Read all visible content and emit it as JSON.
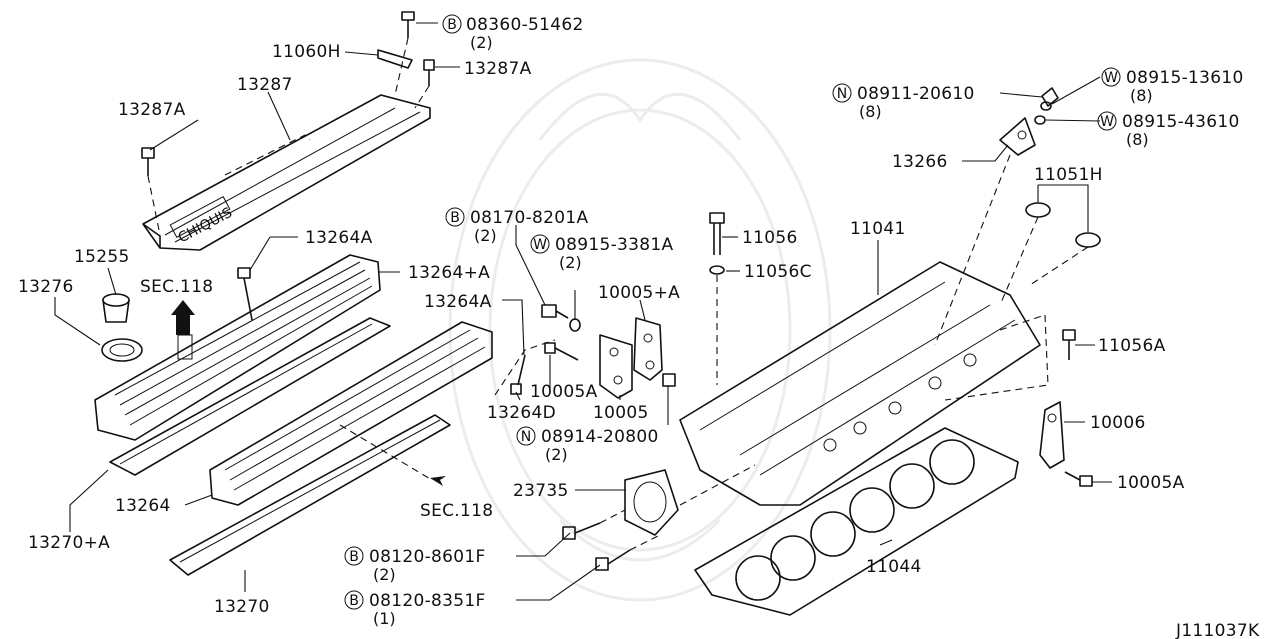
{
  "figure_id": "J111037K",
  "labels": {
    "p13287A_left": "13287A",
    "p13287": "13287",
    "p11060H": "11060H",
    "p08360": "08360-51462",
    "p08360_qty": "(2)",
    "p13287A_right": "13287A",
    "p15255": "15255",
    "p13276": "13276",
    "sec118_top": "SEC.118",
    "p13264A_top": "13264A",
    "p13264plusA": "13264+A",
    "p13264A_mid": "13264A",
    "p13264D": "13264D",
    "p10005A_mid": "10005A",
    "p10005": "10005",
    "p08914": "08914-20800",
    "p08914_qty": "(2)",
    "p08170": "08170-8201A",
    "p08170_qty": "(2)",
    "p08915_3381": "08915-3381A",
    "p08915_3381_qty": "(2)",
    "p10005plusA": "10005+A",
    "p11056": "11056",
    "p11056C": "11056C",
    "p11041": "11041",
    "p11051H": "11051H",
    "p13266": "13266",
    "p08911": "08911-20610",
    "p08911_qty": "(8)",
    "p08915_13610": "08915-13610",
    "p08915_13610_qty": "(8)",
    "p08915_43610": "08915-43610",
    "p08915_43610_qty": "(8)",
    "p11056A": "11056A",
    "p10006": "10006",
    "p10005A_right": "10005A",
    "p23735": "23735",
    "p08120_8601": "08120-8601F",
    "p08120_8601_qty": "(2)",
    "p08120_8351": "08120-8351F",
    "p08120_8351_qty": "(1)",
    "p11044": "11044",
    "p13264": "13264",
    "p13270plusA": "13270+A",
    "p13270": "13270",
    "sec118_bottom": "SEC.118"
  },
  "prefix_marks": {
    "bolt": "B",
    "nut": "N",
    "washer": "W"
  }
}
